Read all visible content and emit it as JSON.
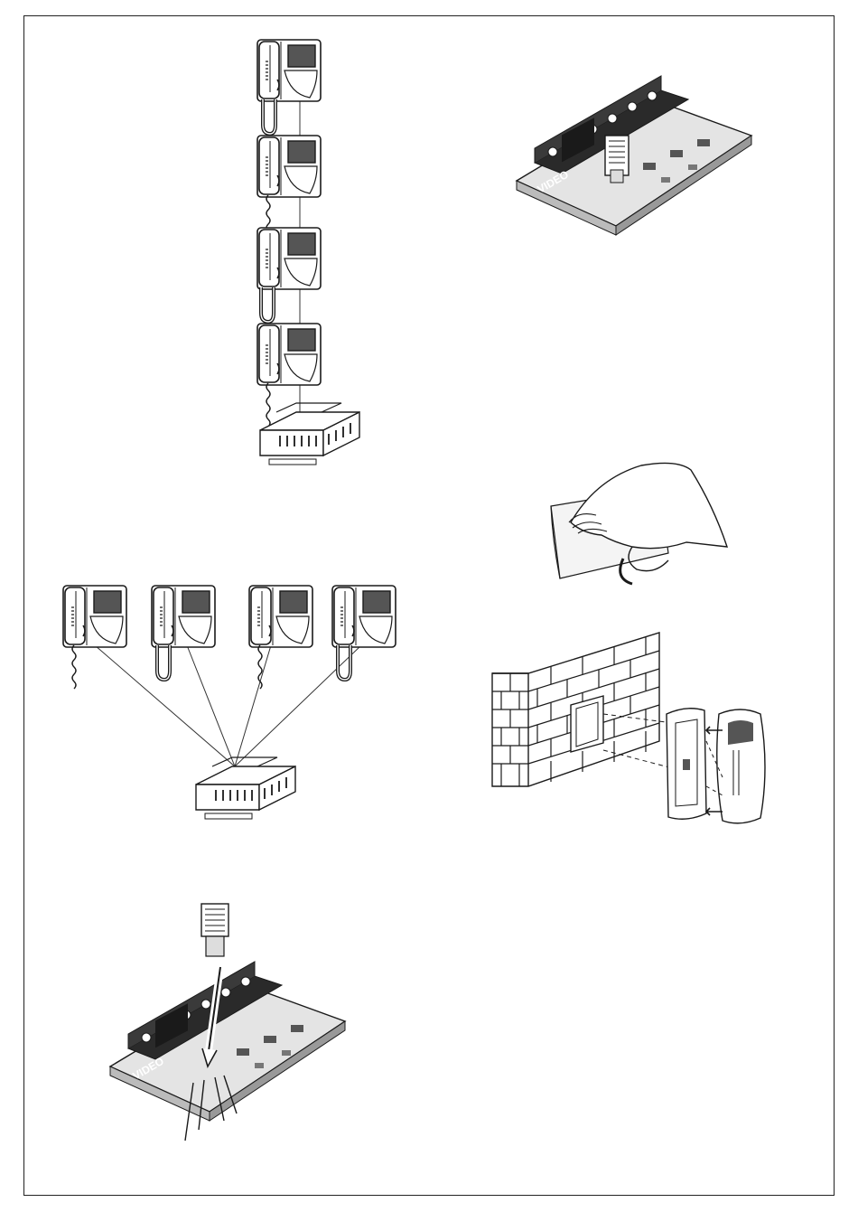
{
  "colors": {
    "ink": "#1a1a1a",
    "line": "#333333",
    "paper": "#ffffff",
    "board": "#e4e4e4",
    "terminal": "#2a2a2a"
  },
  "figures": {
    "daisy_chain": {
      "monitor_count": 4
    },
    "star": {
      "monitor_count": 4
    },
    "jumper_board_top": {
      "board_label": "VIDEO"
    },
    "jumper_board_bottom": {
      "board_label": "VIDEO"
    },
    "hand_cleaning": {},
    "wall_mount": {}
  },
  "icons": [
    "video-monitor-icon",
    "distributor-icon",
    "circuit-board-icon",
    "jumper-icon",
    "hand-icon",
    "brick-wall-icon"
  ]
}
